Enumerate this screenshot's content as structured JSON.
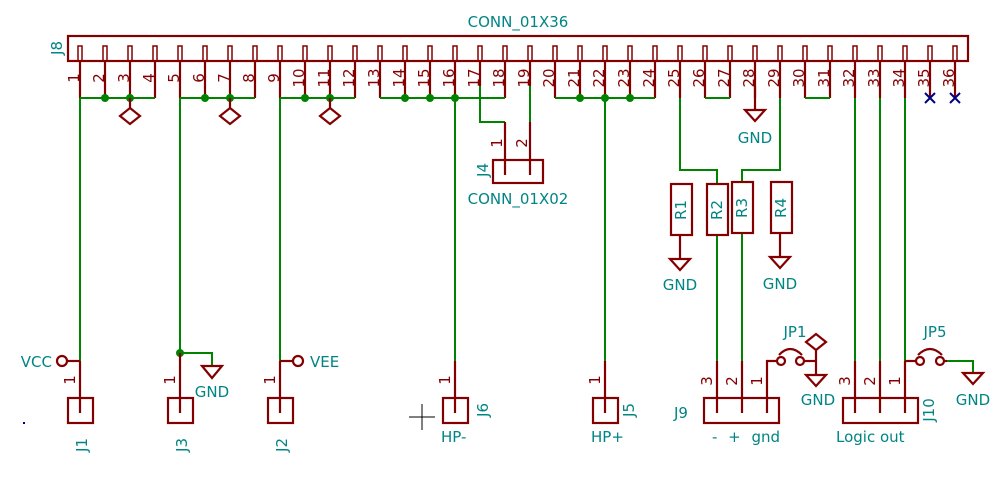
{
  "j8": {
    "ref": "J8",
    "value": "CONN_01X36",
    "pins": [
      "1",
      "2",
      "3",
      "4",
      "5",
      "6",
      "7",
      "8",
      "9",
      "10",
      "11",
      "12",
      "13",
      "14",
      "15",
      "16",
      "17",
      "18",
      "19",
      "20",
      "21",
      "22",
      "23",
      "24",
      "25",
      "26",
      "27",
      "28",
      "29",
      "30",
      "31",
      "32",
      "33",
      "34",
      "35",
      "36"
    ],
    "no_connect_pins": [
      "35",
      "36"
    ]
  },
  "j4": {
    "ref": "J4",
    "value": "CONN_01X02",
    "pin1": "1",
    "pin2": "2"
  },
  "j1": {
    "ref": "J1",
    "pin": "1",
    "net": "VCC"
  },
  "j3": {
    "ref": "J3",
    "pin": "1",
    "net": "GND"
  },
  "j2": {
    "ref": "J2",
    "pin": "1",
    "net": "VEE"
  },
  "j6": {
    "ref": "J6",
    "pin": "1",
    "value": "HP-"
  },
  "j5": {
    "ref": "J5",
    "pin": "1",
    "value": "HP+"
  },
  "resistors": [
    "R1",
    "R2",
    "R3",
    "R4"
  ],
  "gnd": "GND",
  "j9": {
    "ref": "J9",
    "value": "- + gnd",
    "pins": [
      "3",
      "2",
      "1"
    ]
  },
  "j10": {
    "ref": "J10",
    "value": "Logic out",
    "pins": [
      "3",
      "2",
      "1"
    ]
  },
  "jp1": {
    "ref": "JP1"
  },
  "jp5": {
    "ref": "JP5"
  },
  "colors": {
    "wire": "#008400",
    "component": "#840000",
    "text": "#008484",
    "no_connect": "#000084"
  }
}
